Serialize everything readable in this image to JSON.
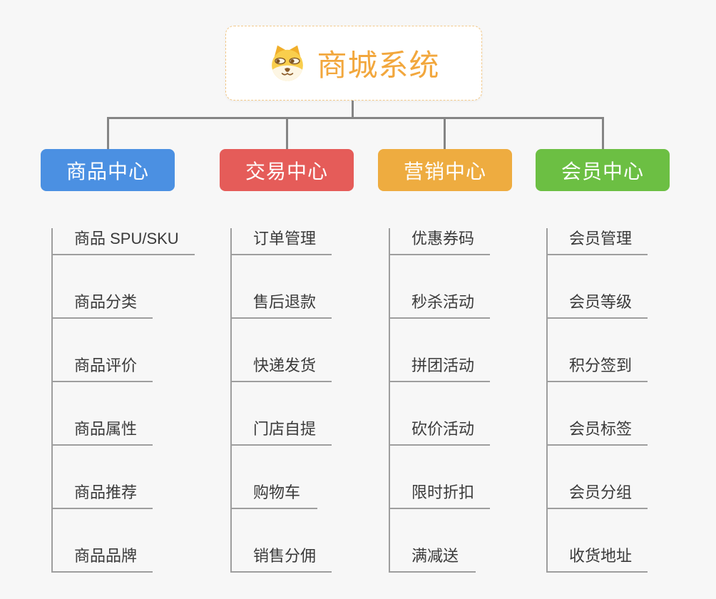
{
  "root": {
    "title": "商城系统",
    "icon": "doge-face-icon"
  },
  "colors": {
    "background": "#f7f7f7",
    "root_title": "#f2a73d",
    "root_border": "#f3c98a",
    "connector_main": "#858585",
    "connector_leaf": "#9e9e9e",
    "leaf_text": "#3a3a3a"
  },
  "branches": [
    {
      "label": "商品中心",
      "color": "#4b90e2",
      "children": [
        "商品 SPU/SKU",
        "商品分类",
        "商品评价",
        "商品属性",
        "商品推荐",
        "商品品牌"
      ]
    },
    {
      "label": "交易中心",
      "color": "#e55c59",
      "children": [
        "订单管理",
        "售后退款",
        "快递发货",
        "门店自提",
        "购物车",
        "销售分佣"
      ]
    },
    {
      "label": "营销中心",
      "color": "#eeac40",
      "children": [
        "优惠券码",
        "秒杀活动",
        "拼团活动",
        "砍价活动",
        "限时折扣",
        "满减送"
      ]
    },
    {
      "label": "会员中心",
      "color": "#6cbf43",
      "children": [
        "会员管理",
        "会员等级",
        "积分签到",
        "会员标签",
        "会员分组",
        "收货地址"
      ]
    }
  ]
}
